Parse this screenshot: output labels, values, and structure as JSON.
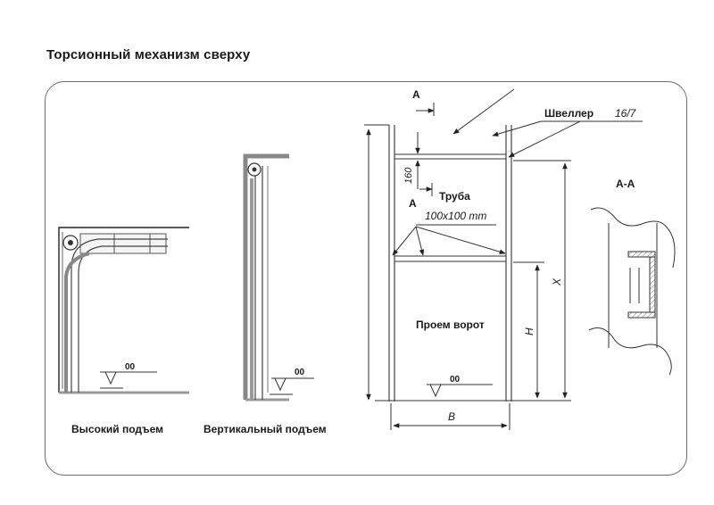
{
  "title": "Торсионный механизм сверху",
  "left_figure": {
    "caption": "Высокий подъем",
    "level_mark": "00"
  },
  "middle_figure": {
    "caption": "Вертикальный подъем",
    "level_mark": "00"
  },
  "main_figure": {
    "section_label_top": "А",
    "section_label_bottom": "А",
    "channel_label": "Швеллер",
    "channel_size": "16/7",
    "pipe_label": "Труба",
    "pipe_size": "100x100 mm",
    "dim_160": "160",
    "opening_label": "Проем ворот",
    "dim_x": "X",
    "dim_h": "H",
    "dim_b": "B",
    "level_mark": "00"
  },
  "section_figure": {
    "label": "А-А"
  }
}
